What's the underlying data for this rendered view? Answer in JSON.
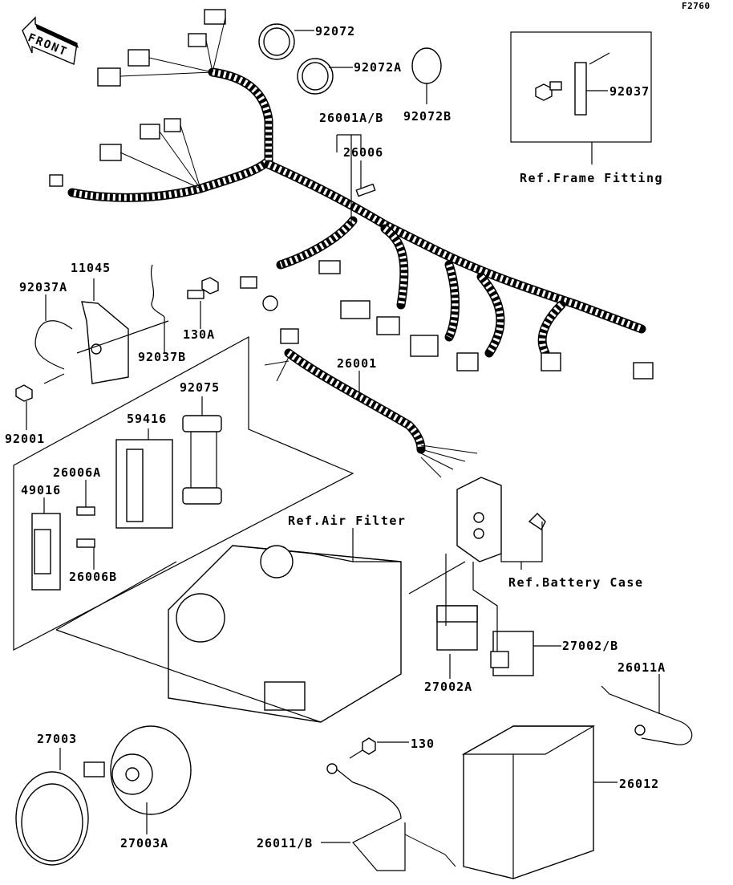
{
  "diagram": {
    "figure_code": "F2760",
    "front_arrow_label": "FRONT",
    "labels": {
      "p92072": "92072",
      "p92072A": "92072A",
      "p92072B": "92072B",
      "p92037": "92037",
      "ref_frame_fitting": "Ref.Frame Fitting",
      "p26001AB": "26001A/B",
      "p26006": "26006",
      "p11045": "11045",
      "p92037A": "92037A",
      "p92037B": "92037B",
      "p130A": "130A",
      "p92001": "92001",
      "p92075": "92075",
      "p59416": "59416",
      "p26006A": "26006A",
      "p49016": "49016",
      "p26006B": "26006B",
      "p26001": "26001",
      "ref_air_filter": "Ref.Air Filter",
      "ref_battery_case": "Ref.Battery Case",
      "p27002B": "27002/B",
      "p27002A": "27002A",
      "p26011A": "26011A",
      "p27003": "27003",
      "p27003A": "27003A",
      "p130": "130",
      "p26012": "26012",
      "p26011B": "26011/B"
    }
  }
}
